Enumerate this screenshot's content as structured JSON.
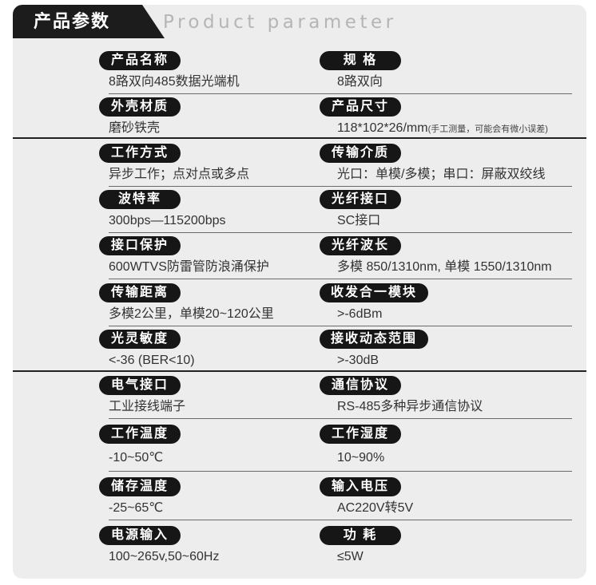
{
  "header": {
    "title_cn": "产品参数",
    "title_en": "Product parameter"
  },
  "rows": [
    {
      "left": {
        "label": "产品名称",
        "value": "8路双向485数据光端机"
      },
      "right": {
        "label": "规  格",
        "value": "8路双向"
      }
    },
    {
      "left": {
        "label": "外壳材质",
        "value": "磨砂铁壳"
      },
      "right": {
        "label": "产品尺寸",
        "value": "118*102*26/mm",
        "note": "(手工测量，可能会有微小误差)"
      }
    },
    {
      "left": {
        "label": "工作方式",
        "value": "异步工作；点对点或多点"
      },
      "right": {
        "label": "传输介质",
        "value": "光口：单模/多模；串口：屏蔽双绞线"
      }
    },
    {
      "left": {
        "label": "波特率",
        "value": "300bps—115200bps"
      },
      "right": {
        "label": "光纤接口",
        "value": "SC接口"
      }
    },
    {
      "left": {
        "label": "接口保护",
        "value": "600WTVS防雷管防浪涌保护"
      },
      "right": {
        "label": "光纤波长",
        "value": "多模 850/1310nm, 单模 1550/1310nm"
      }
    },
    {
      "left": {
        "label": "传输距离",
        "value": "多模2公里，单模20~120公里"
      },
      "right": {
        "label": "收发合一模块",
        "value": ">-6dBm"
      }
    },
    {
      "left": {
        "label": "光灵敏度",
        "value": "<-36 (BER<10)"
      },
      "right": {
        "label": "接收动态范围",
        "value": ">-30dB"
      }
    },
    {
      "left": {
        "label": "电气接口",
        "value": "工业接线端子"
      },
      "right": {
        "label": "通信协议",
        "value": "RS-485多种异步通信协议"
      }
    },
    {
      "left": {
        "label": "工作温度",
        "value": "-10~50℃"
      },
      "right": {
        "label": "工作湿度",
        "value": "10~90%"
      }
    },
    {
      "left": {
        "label": "储存温度",
        "value": "-25~65℃"
      },
      "right": {
        "label": "输入电压",
        "value": "AC220V转5V"
      }
    },
    {
      "left": {
        "label": "电源输入",
        "value": "100~265v,50~60Hz"
      },
      "right": {
        "label": "功  耗",
        "value": "≤5W"
      }
    }
  ]
}
